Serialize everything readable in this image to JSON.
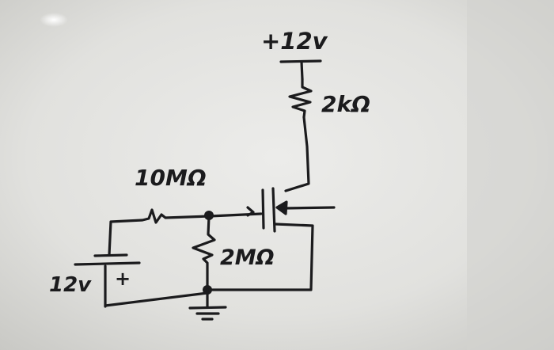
{
  "labels": {
    "supply": "+12v",
    "drain_resistor": "2kΩ",
    "gate_resistor_top": "10MΩ",
    "gate_resistor_bottom": "2MΩ",
    "battery": "12v",
    "battery_polarity": "+"
  }
}
